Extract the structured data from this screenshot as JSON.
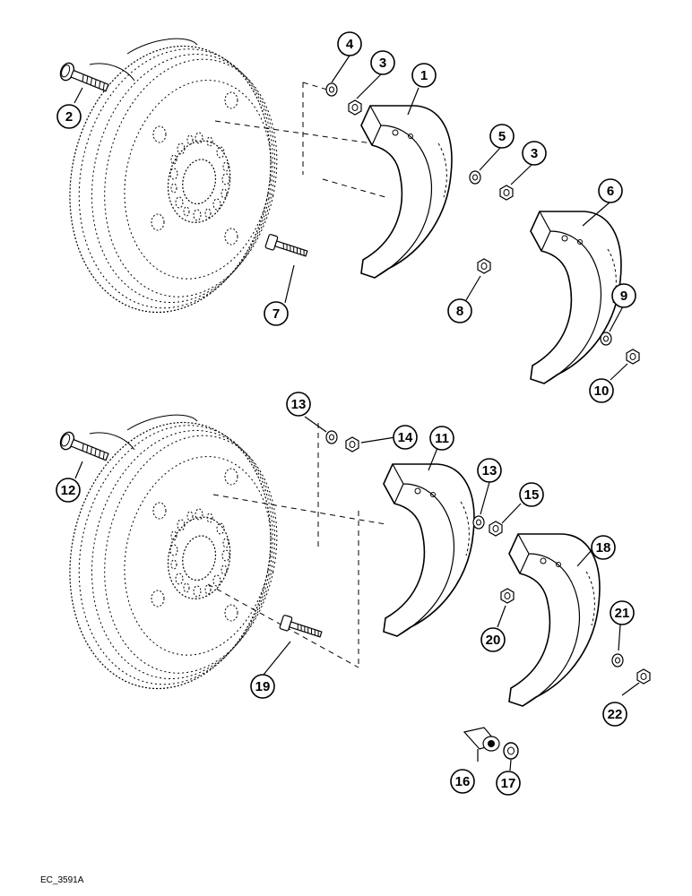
{
  "diagram": {
    "callouts": [
      {
        "id": "c1",
        "label": "1"
      },
      {
        "id": "c2",
        "label": "2"
      },
      {
        "id": "c3a",
        "label": "3"
      },
      {
        "id": "c4",
        "label": "4"
      },
      {
        "id": "c3b",
        "label": "3"
      },
      {
        "id": "c5",
        "label": "5"
      },
      {
        "id": "c6",
        "label": "6"
      },
      {
        "id": "c7",
        "label": "7"
      },
      {
        "id": "c8",
        "label": "8"
      },
      {
        "id": "c9",
        "label": "9"
      },
      {
        "id": "c10",
        "label": "10"
      },
      {
        "id": "c11",
        "label": "11"
      },
      {
        "id": "c12",
        "label": "12"
      },
      {
        "id": "c13a",
        "label": "13"
      },
      {
        "id": "c13b",
        "label": "13"
      },
      {
        "id": "c14",
        "label": "14"
      },
      {
        "id": "c15",
        "label": "15"
      },
      {
        "id": "c16",
        "label": "16"
      },
      {
        "id": "c17",
        "label": "17"
      },
      {
        "id": "c18",
        "label": "18"
      },
      {
        "id": "c19",
        "label": "19"
      },
      {
        "id": "c20",
        "label": "20"
      },
      {
        "id": "c21",
        "label": "21"
      },
      {
        "id": "c22",
        "label": "22"
      }
    ]
  },
  "footer": {
    "code": "EC_3591A"
  },
  "colors": {
    "line": "#000000",
    "background": "#ffffff"
  }
}
